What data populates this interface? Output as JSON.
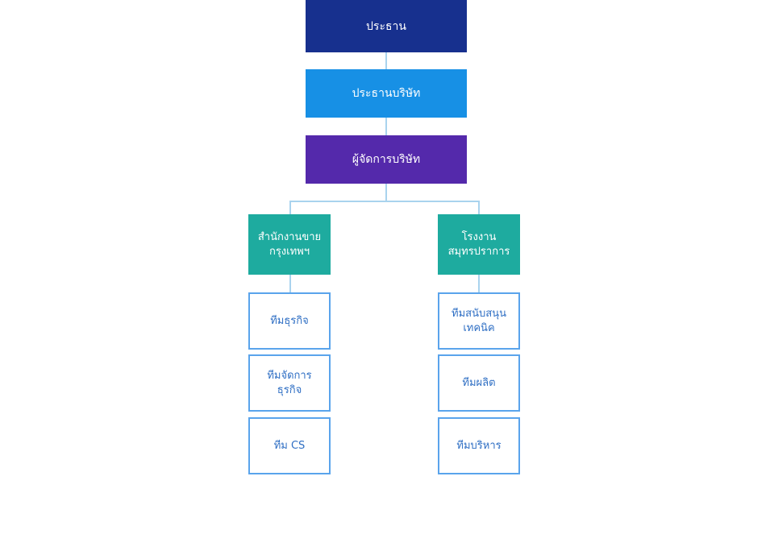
{
  "colors": {
    "chairman": "#17308e",
    "company_president": "#1790e5",
    "managing_director": "#5429ab",
    "division": "#1eab9f",
    "team_border": "#5aa4ec",
    "team_text": "#2f6fc4",
    "connector": "#a9d3ee"
  },
  "chart": {
    "chairman": "ประธาน",
    "company_president": "ประธานบริษัท",
    "managing_director": "ผู้จัดการบริษัท",
    "bangkok_office": {
      "line1": "สำนักงานขาย",
      "line2": "กรุงเทพฯ",
      "teams": [
        {
          "line1": "ทีมธุรกิจ",
          "line2": ""
        },
        {
          "line1": "ทีมจัดการ",
          "line2": "ธุรกิจ"
        },
        {
          "line1": "ทีม CS",
          "line2": ""
        }
      ]
    },
    "factory": {
      "line1": "โรงงาน",
      "line2": "สมุทรปราการ",
      "teams": [
        {
          "line1": "ทีมสนับสนุน",
          "line2": "เทคนิค"
        },
        {
          "line1": "ทีมผลิต",
          "line2": ""
        },
        {
          "line1": "ทีมบริหาร",
          "line2": ""
        }
      ]
    }
  }
}
